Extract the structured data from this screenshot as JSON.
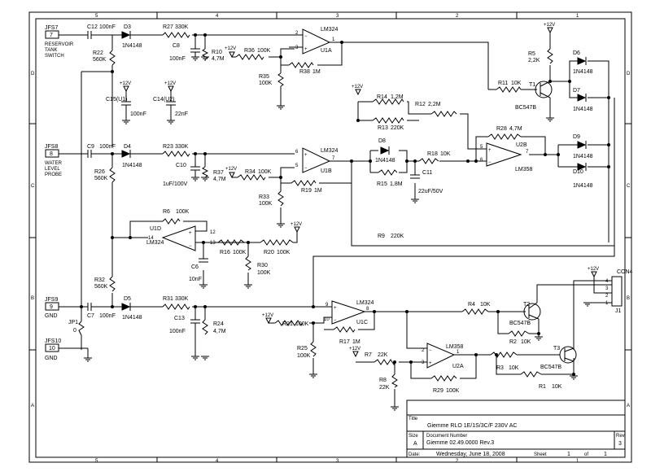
{
  "frame": {
    "top_cols": [
      "5",
      "4",
      "3",
      "2",
      "1"
    ],
    "side_rows": [
      "D",
      "C",
      "B",
      "A"
    ]
  },
  "connectors": [
    {
      "ref": "JFS7",
      "pin": "7",
      "label": "RESERVOIR\nTANK\nSWITCH"
    },
    {
      "ref": "JFS8",
      "pin": "8",
      "label": "WATER\nLEVEL\nPROBE"
    },
    {
      "ref": "JFS9",
      "pin": "9",
      "label": "GND"
    },
    {
      "ref": "JFS10",
      "pin": "10",
      "label": "GND"
    }
  ],
  "components": [
    {
      "ref": "C12",
      "value": "100nF"
    },
    {
      "ref": "D3",
      "value": "1N4148"
    },
    {
      "ref": "R27",
      "value": "330K"
    },
    {
      "ref": "C8",
      "value": "100nF"
    },
    {
      "ref": "R10",
      "value": "4,7M"
    },
    {
      "ref": "R36",
      "value": "100K"
    },
    {
      "ref": "R35",
      "value": "100K"
    },
    {
      "ref": "R38",
      "value": "1M"
    },
    {
      "ref": "R22",
      "value": "560K"
    },
    {
      "ref": "C15(U1)",
      "value": "100nF"
    },
    {
      "ref": "C14(U2)",
      "value": "22nF"
    },
    {
      "ref": "R14",
      "value": "1,2M"
    },
    {
      "ref": "R12",
      "value": "2,2M"
    },
    {
      "ref": "R13",
      "value": "220K"
    },
    {
      "ref": "R11",
      "value": "10K"
    },
    {
      "ref": "R5",
      "value": "2,2K"
    },
    {
      "ref": "T1",
      "value": "BC547B"
    },
    {
      "ref": "D6",
      "value": "1N4148"
    },
    {
      "ref": "D7",
      "value": "1N4148"
    },
    {
      "ref": "C9",
      "value": "100nF"
    },
    {
      "ref": "D4",
      "value": "1N4148"
    },
    {
      "ref": "R23",
      "value": "330K"
    },
    {
      "ref": "C10",
      "value": "1uF/100V"
    },
    {
      "ref": "R37",
      "value": "4,7M"
    },
    {
      "ref": "R34",
      "value": "100K"
    },
    {
      "ref": "R33",
      "value": "100K"
    },
    {
      "ref": "R19",
      "value": "1M"
    },
    {
      "ref": "R26",
      "value": "560K"
    },
    {
      "ref": "D8",
      "value": "1N4148"
    },
    {
      "ref": "R15",
      "value": "1,8M"
    },
    {
      "ref": "R18",
      "value": "10K"
    },
    {
      "ref": "C11",
      "value": "22uF/50V"
    },
    {
      "ref": "R28",
      "value": "4,7M"
    },
    {
      "ref": "D9",
      "value": "1N4148"
    },
    {
      "ref": "D10",
      "value": "1N4148"
    },
    {
      "ref": "R6",
      "value": "100K"
    },
    {
      "ref": "C6",
      "value": "10nF"
    },
    {
      "ref": "R16",
      "value": "100K"
    },
    {
      "ref": "R20",
      "value": "100K"
    },
    {
      "ref": "R30",
      "value": "100K"
    },
    {
      "ref": "R9",
      "value": "220K"
    },
    {
      "ref": "R32",
      "value": "560K"
    },
    {
      "ref": "C7",
      "value": "100nF"
    },
    {
      "ref": "D5",
      "value": "1N4148"
    },
    {
      "ref": "R31",
      "value": "330K"
    },
    {
      "ref": "C13",
      "value": "100nF"
    },
    {
      "ref": "R24",
      "value": "4,7M"
    },
    {
      "ref": "R21",
      "value": "100K"
    },
    {
      "ref": "R25",
      "value": "100K"
    },
    {
      "ref": "R17",
      "value": "1M"
    },
    {
      "ref": "R4",
      "value": "10K"
    },
    {
      "ref": "T2",
      "value": "BC547B"
    },
    {
      "ref": "R2",
      "value": "10K"
    },
    {
      "ref": "R7",
      "value": "22K"
    },
    {
      "ref": "R8",
      "value": "22K"
    },
    {
      "ref": "R29",
      "value": "100K"
    },
    {
      "ref": "R3",
      "value": "10K"
    },
    {
      "ref": "T3",
      "value": "BC547B"
    },
    {
      "ref": "R1",
      "value": "10K"
    },
    {
      "ref": "JP1",
      "value": "0"
    }
  ],
  "opamps": [
    {
      "ref": "U1A",
      "part": "LM324",
      "pins": [
        "2",
        "3",
        "1"
      ]
    },
    {
      "ref": "U1B",
      "part": "LM324",
      "pins": [
        "6",
        "5",
        "7"
      ]
    },
    {
      "ref": "U1C",
      "part": "LM324",
      "pins": [
        "9",
        "10",
        "8"
      ]
    },
    {
      "ref": "U1D",
      "part": "LM324",
      "pins": [
        "14",
        "12",
        "13"
      ]
    },
    {
      "ref": "U2A",
      "part": "LM358",
      "pins": [
        "2",
        "3",
        "1"
      ]
    },
    {
      "ref": "U2B",
      "part": "LM358",
      "pins": [
        "5",
        "6",
        "7"
      ]
    }
  ],
  "supply_label": "+12V",
  "con4": {
    "ref": "CON4",
    "sub": "J1",
    "pins": [
      "4",
      "3",
      "2",
      "1"
    ]
  },
  "title_block": {
    "title_label": "Title",
    "title": "Giemme RLO 1E/1S/3C/F 230V AC",
    "size_label": "Size",
    "size": "A",
    "docnum_label": "Document Number",
    "docnum": "Giemme 02.49.0000 Rev.3",
    "rev_label": "Rev",
    "rev": "3",
    "date_label": "Date:",
    "date": "Wednesday, June 18, 2008",
    "sheet_label": "Sheet",
    "sheet": "1",
    "of_label": "of",
    "of": "1"
  }
}
